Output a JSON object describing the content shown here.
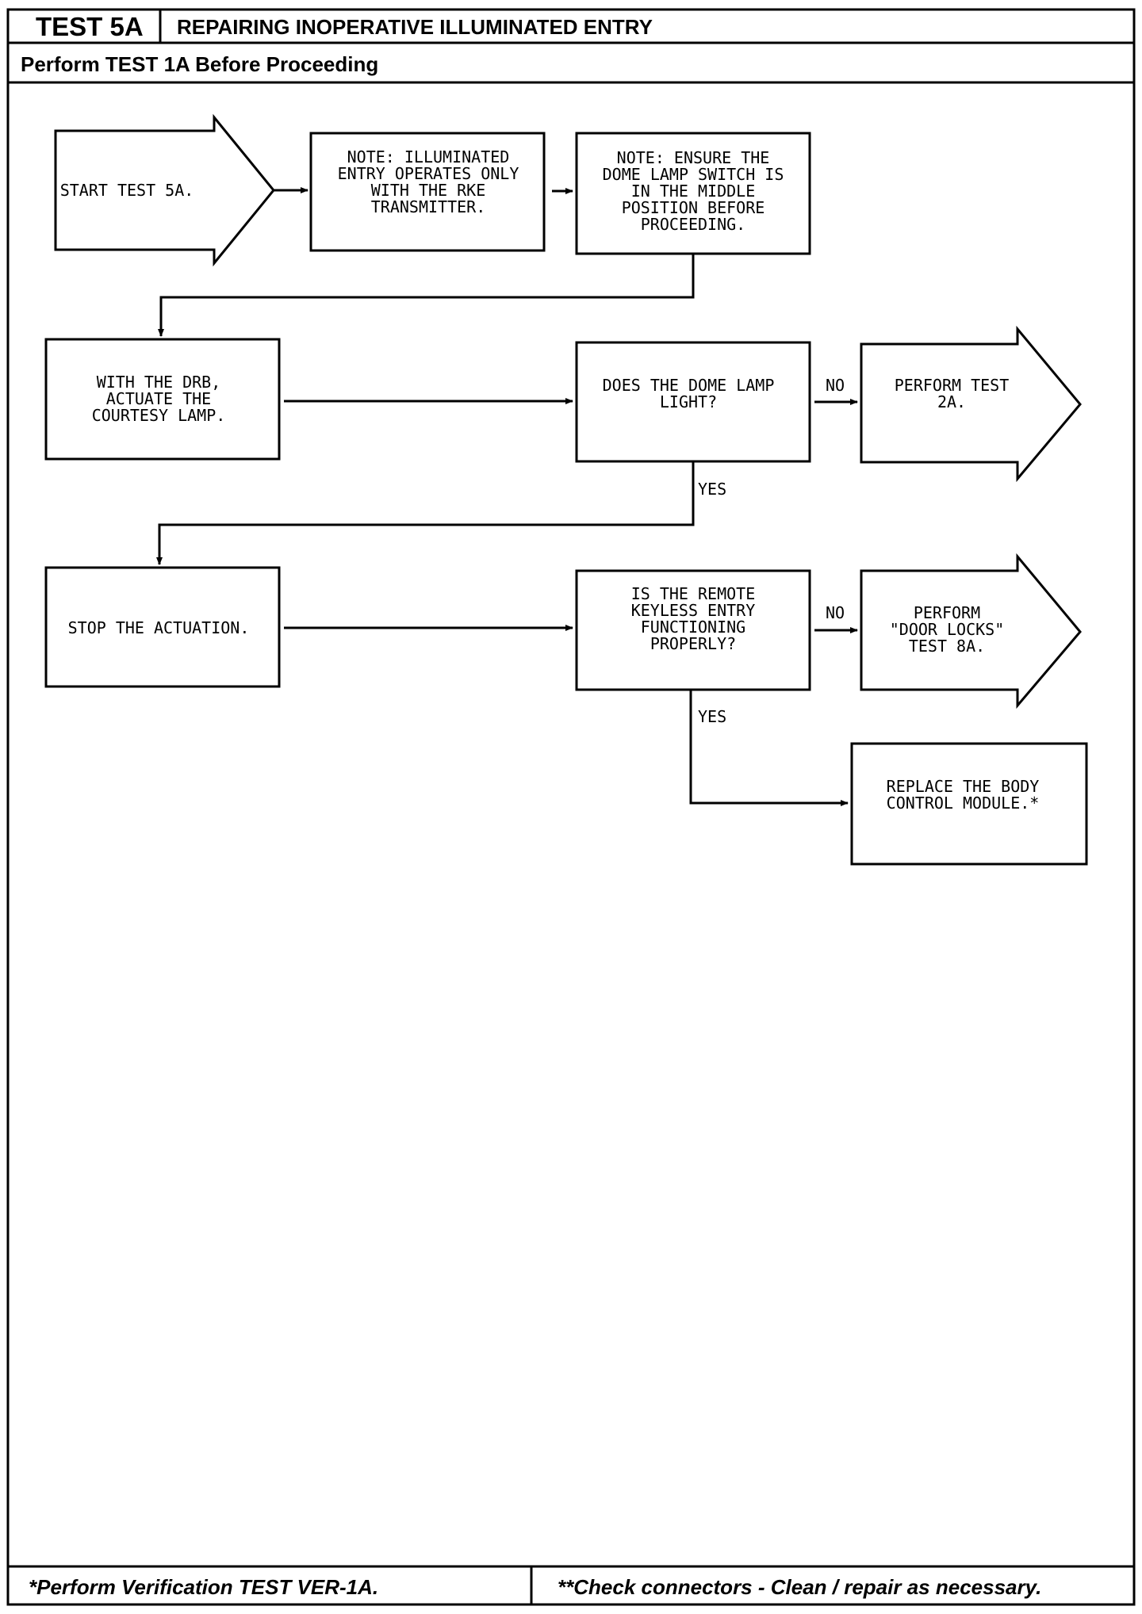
{
  "header": {
    "test_id": "TEST 5A",
    "title": "REPAIRING INOPERATIVE ILLUMINATED ENTRY",
    "prerequisite": "Perform TEST 1A Before Proceeding"
  },
  "flowchart": {
    "start": [
      "START TEST 5A."
    ],
    "note1": [
      "NOTE: ILLUMINATED",
      "ENTRY OPERATES ONLY",
      "WITH THE RKE",
      "TRANSMITTER."
    ],
    "note2": [
      "NOTE: ENSURE THE",
      "DOME LAMP SWITCH IS",
      "IN THE MIDDLE",
      "POSITION BEFORE",
      "PROCEEDING."
    ],
    "actuate": [
      "WITH THE DRB,",
      "ACTUATE THE",
      "COURTESY LAMP."
    ],
    "dome_question": [
      "DOES THE DOME LAMP",
      "LIGHT?"
    ],
    "perform_2a": [
      "PERFORM TEST",
      "2A."
    ],
    "stop": [
      "STOP THE ACTUATION."
    ],
    "rke_question": [
      "IS THE REMOTE",
      "KEYLESS ENTRY",
      "FUNCTIONING",
      "PROPERLY?"
    ],
    "perform_8a": [
      "PERFORM",
      "\"DOOR LOCKS\"",
      "TEST 8A."
    ],
    "replace_bcm": [
      "REPLACE THE BODY",
      "CONTROL MODULE.*"
    ],
    "labels": {
      "no": "NO",
      "yes": "YES"
    }
  },
  "footer": {
    "left": "*Perform Verification TEST VER-1A.",
    "right": "**Check connectors - Clean / repair as necessary."
  }
}
